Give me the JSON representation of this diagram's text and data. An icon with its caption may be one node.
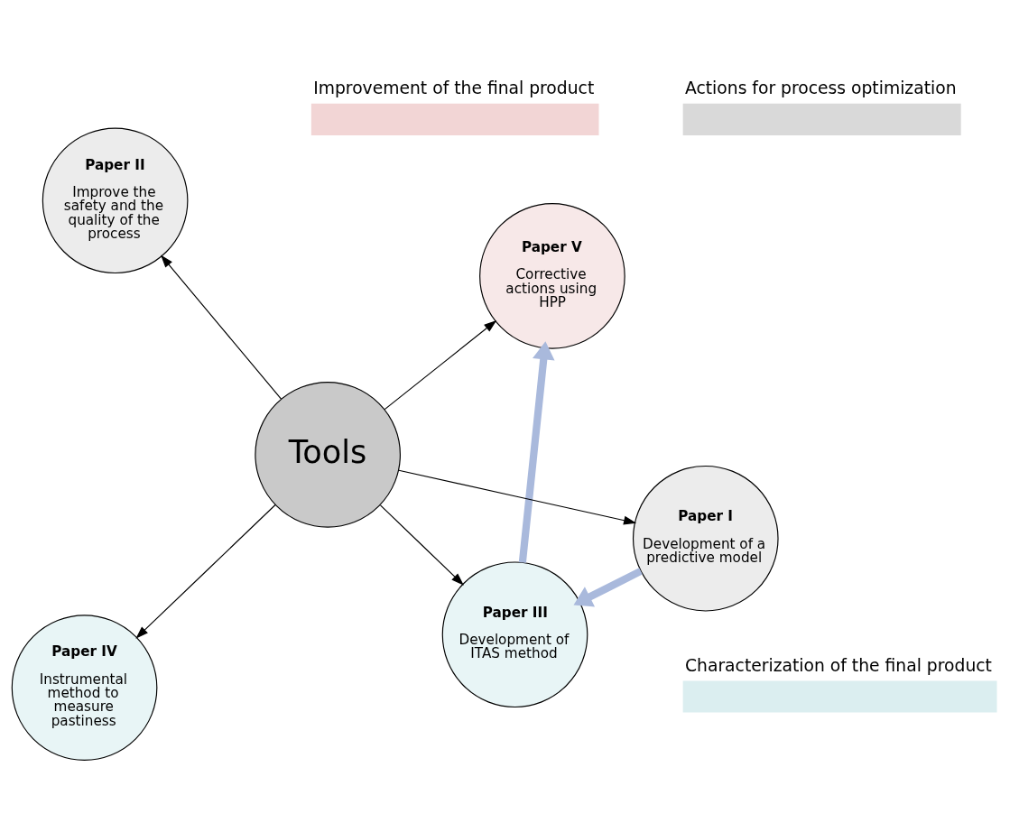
{
  "diagram": {
    "nodes": [
      {
        "text": [
          "Paper II",
          "Improve the safety and the quality of the process"
        ]
      },
      {
        "text": [
          "Paper I",
          "Development of a predictive model"
        ]
      },
      {
        "text": [
          "Paper III",
          "Development of ITAS method"
        ]
      },
      {
        "text": [
          "Tools"
        ]
      },
      {
        "text": [
          "Paper V",
          "Corrective actions using HPP"
        ]
      },
      {
        "text": [
          "Paper IV",
          "Instrumental method to measure pastiness"
        ]
      }
    ],
    "edges": [
      {
        "from": 3,
        "to": 0,
        "arrow": "to"
      },
      {
        "from": 3,
        "to": 1,
        "arrow": "to"
      },
      {
        "from": 3,
        "to": 2,
        "arrow": "to"
      },
      {
        "from": 3,
        "to": 4,
        "arrow": "to"
      },
      {
        "from": 3,
        "to": 5,
        "arrow": "to"
      },
      {
        "from": 1,
        "to": 2,
        "arrow": "to",
        "style": "thick",
        "color": "#a9b9dc"
      },
      {
        "from": 2,
        "to": 4,
        "arrow": "to",
        "style": "thick",
        "color": "#a9b9dc"
      }
    ],
    "legend": [
      {
        "text": "Actions for process optimization",
        "color": "#d9d9d9"
      },
      {
        "text": "Characterization of the final product",
        "color": "#dbeef0"
      },
      {
        "text": "Improvement of the final product",
        "color": "#f2d5d5"
      }
    ]
  }
}
